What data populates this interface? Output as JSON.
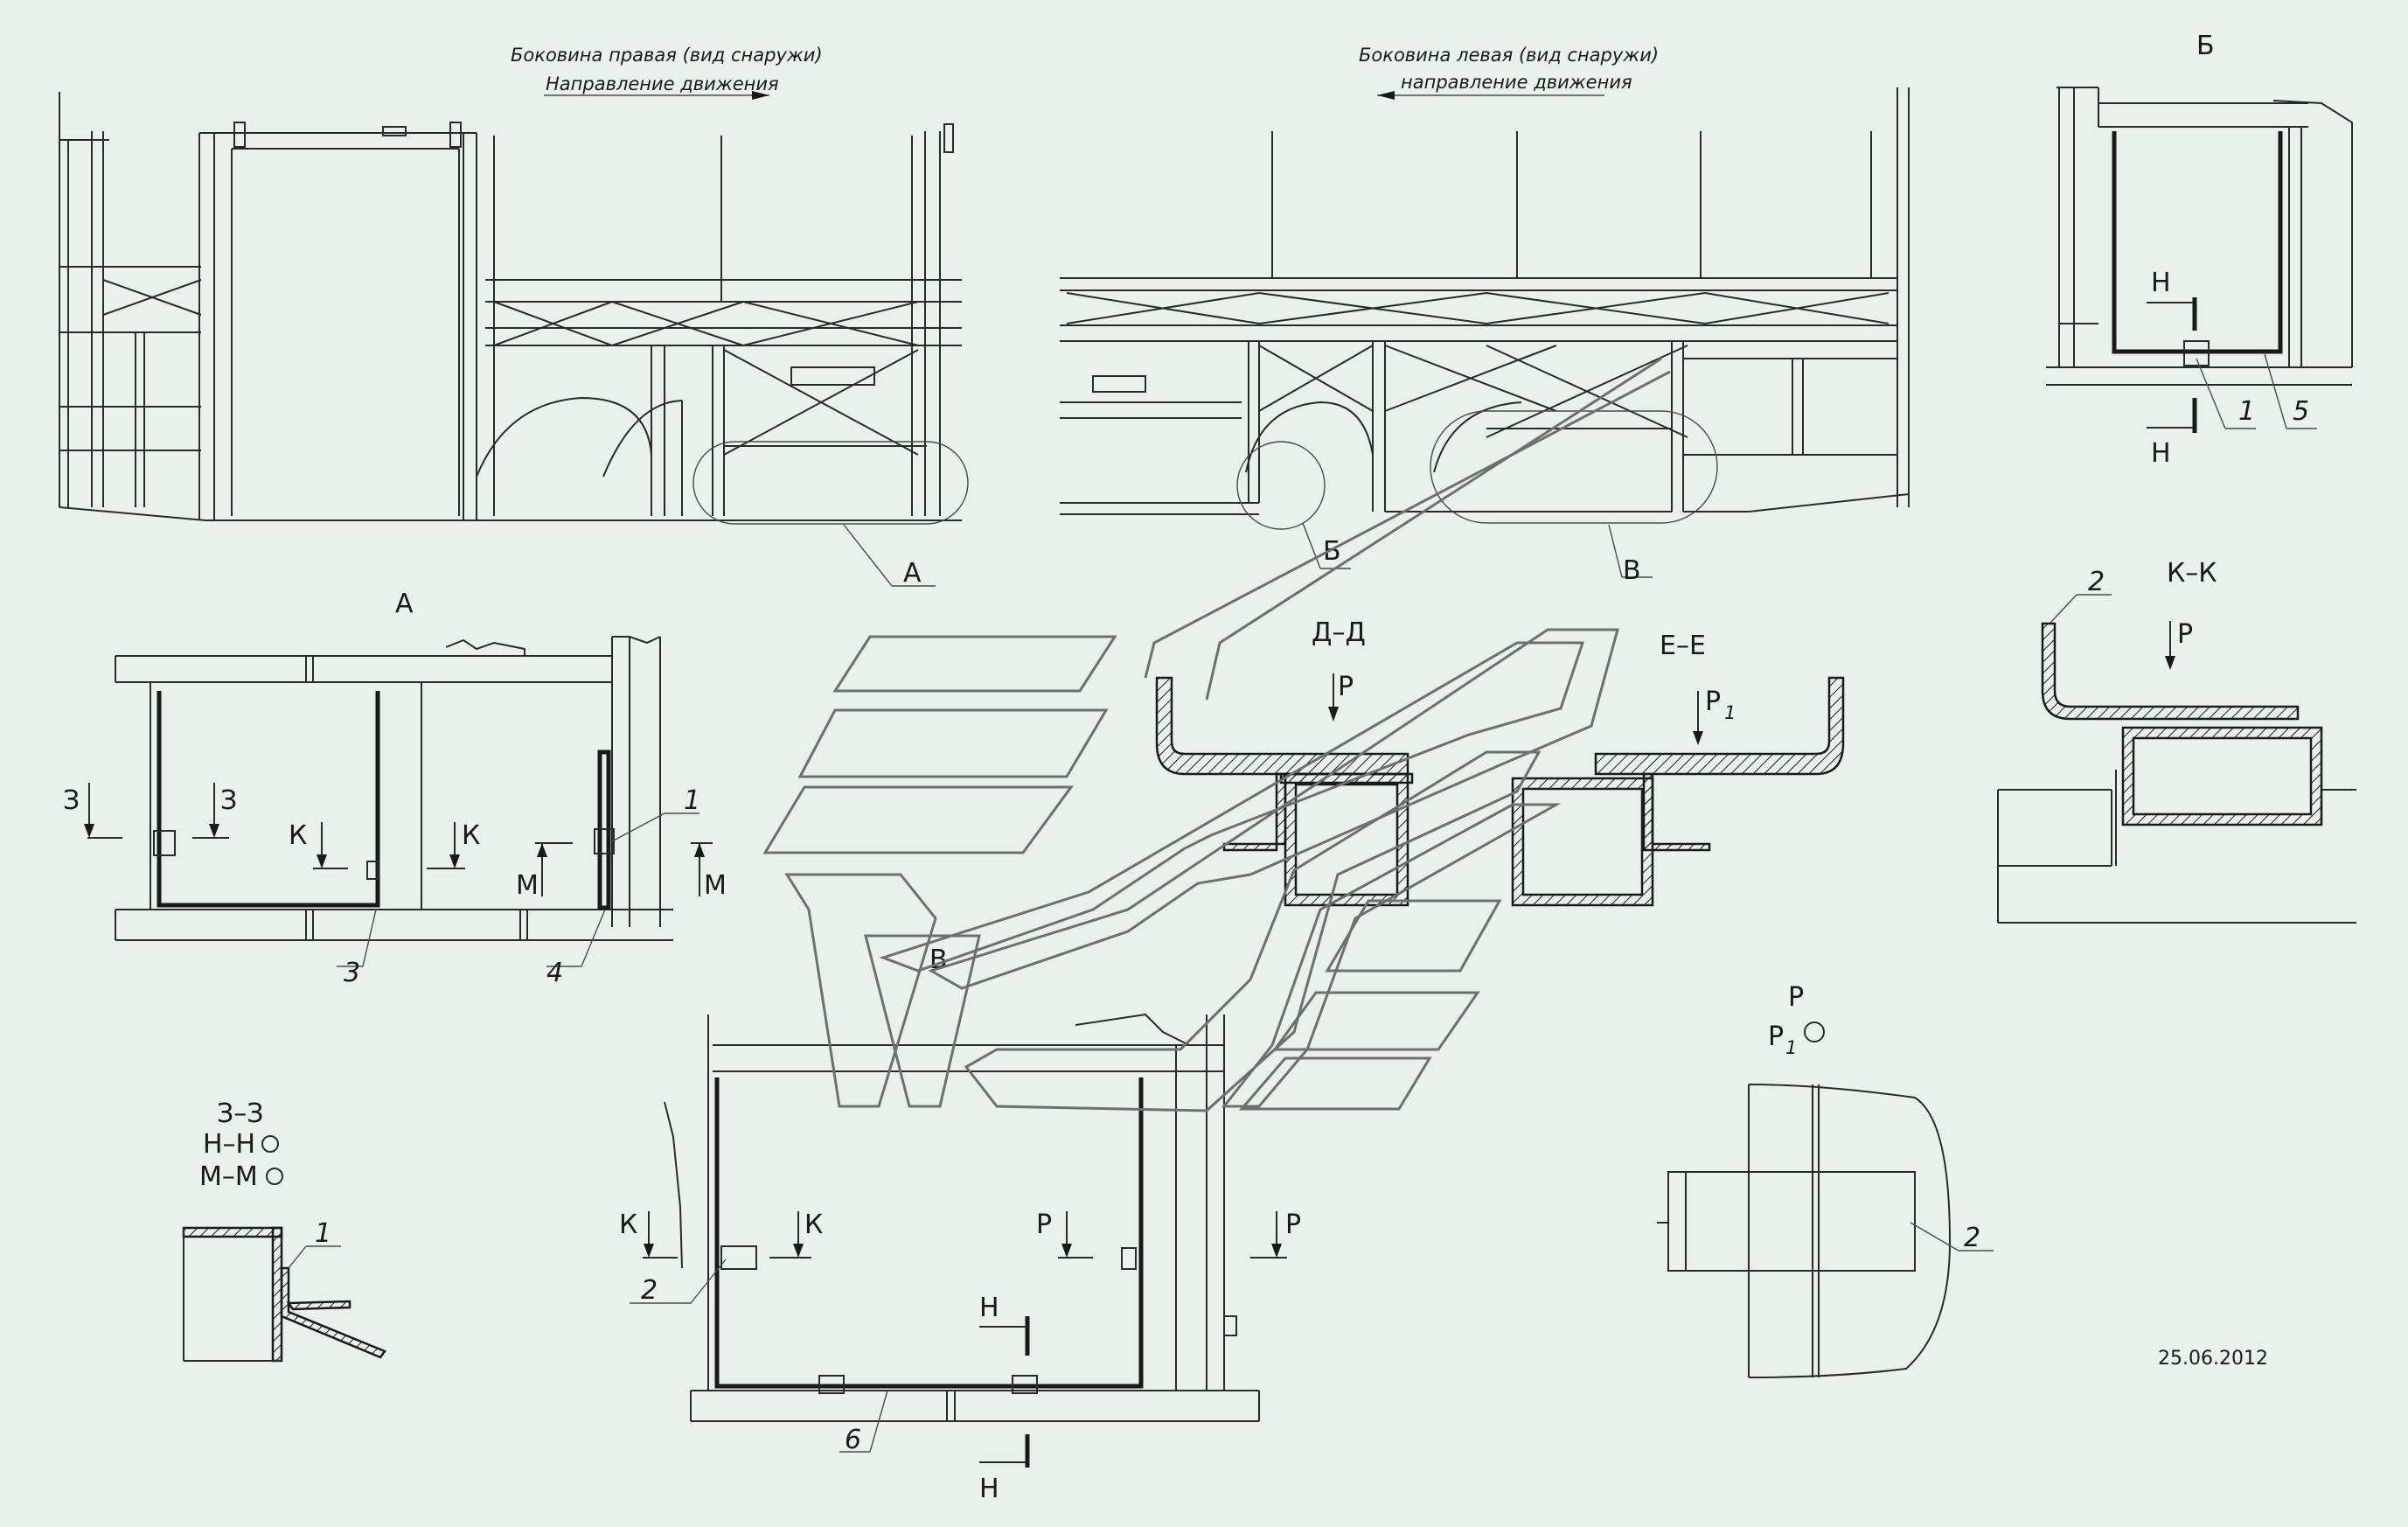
{
  "drawing": {
    "right_side_title": "Боковина правая (вид снаружи)",
    "left_side_title": "Боковина левая (вид снаружи)",
    "direction_label": "Направление движения",
    "direction_label_lower": "направление движения",
    "date": "25.06.2012",
    "callouts": {
      "A": "А",
      "B": "Б",
      "V": "В"
    },
    "views": {
      "A": "А",
      "B": "Б",
      "V": "В",
      "DD": "Д–Д",
      "EE": "Е–Е",
      "KK": "К–К",
      "ZZ": "З–З",
      "NN": "Н–Н",
      "MM": "М–М",
      "P": "Р",
      "P1": "Р",
      "P1_sub": "1"
    },
    "section_marks": {
      "Z": "З",
      "K": "К",
      "M": "М",
      "N": "Н",
      "P": "Р",
      "P1": "Р",
      "P1_sub": "1"
    },
    "part_numbers": {
      "p1": "1",
      "p2": "2",
      "p3": "3",
      "p4": "4",
      "p5": "5",
      "p6": "6"
    },
    "colors": {
      "background": "#e9f1ec",
      "lines": "#1a1a1a",
      "leaders": "#6f6f6f"
    }
  }
}
